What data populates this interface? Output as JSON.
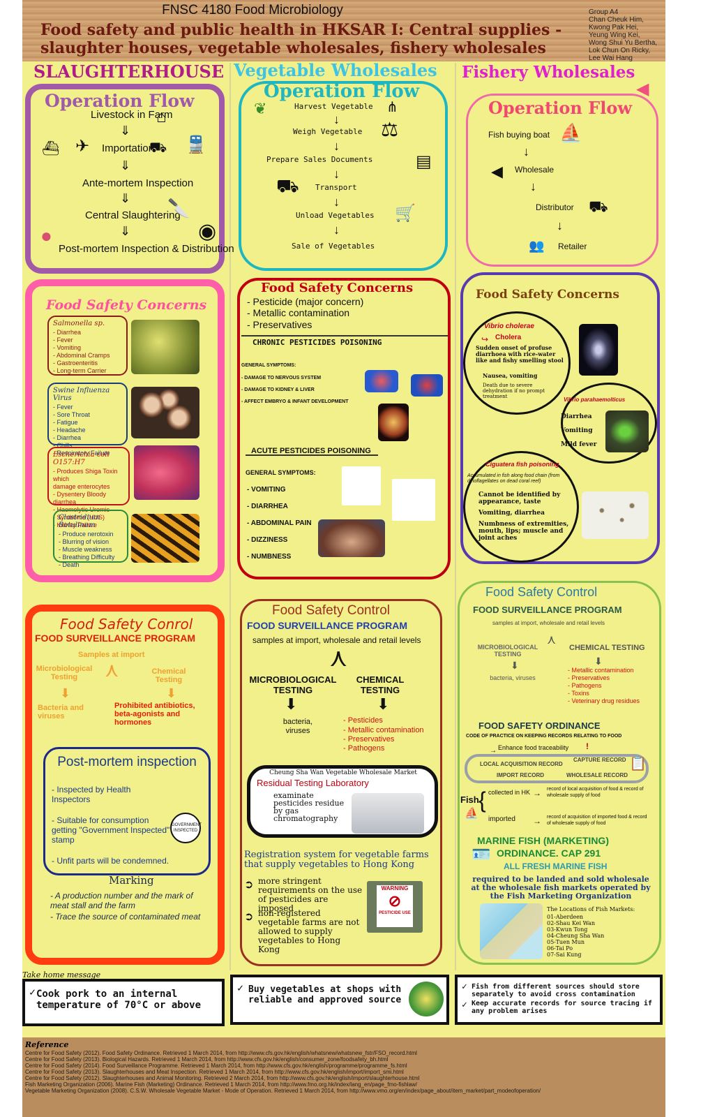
{
  "header": {
    "course": "FNSC 4180 Food Microbiology",
    "title_line1": "Food safety and public health in HKSAR I: Central supplies -",
    "title_line2": "slaughter houses, vegetable wholesales, fishery wholesales",
    "group": [
      "Group A4",
      "Chan Cheuk Him,",
      "Kwong Pak Hei,",
      "Yeung Wing Kei,",
      "Wong Shui Yu Bertha,",
      "Lok Chun On Ricky,",
      "Lee Wai Hang"
    ]
  },
  "columns": {
    "slaughter": "SLAUGHTERHOUSE",
    "vegetable": "Vegetable Wholesales",
    "fishery": "Fishery Wholesales"
  },
  "slaughter": {
    "flow_title": "Operation Flow",
    "flow": [
      "Livestock in Farm",
      "Importation",
      "Ante-mortem Inspection",
      "Central Slaughtering",
      "Post-mortem Inspection & Distribution"
    ],
    "concerns_title": "Food Safety Concerns",
    "pathogens": [
      {
        "name": "Salmonella sp.",
        "items": [
          "- Diarrhea",
          "- Fever",
          "- Vomiting",
          "- Abdominal Cramps",
          "- Gastroenteritis",
          "- Long-term Carrier"
        ]
      },
      {
        "name": "Swine Influenza Virus",
        "items": [
          "- Fever",
          "- Sore Throat",
          "- Fatigue",
          "- Headache",
          "- Diarrhea",
          "- Chills",
          "- Respiratory Failure"
        ]
      },
      {
        "name": "Escherichia coli O157:H7",
        "items": [
          "- Produces Shiga Toxin which",
          "damage enterocytes",
          "- Dysentery Bloody diarrhea",
          "- Haemolytic Uremic",
          "- Syndrome (HUS)",
          "- Kidney Failure"
        ]
      },
      {
        "name": "Clostridium Botulinum",
        "items": [
          "- Produce nerotoxin",
          "- Blurring of vision",
          "- Muscle weakness",
          "- Breathing Difficulty",
          "- Death"
        ]
      }
    ],
    "control_title": "Food Safety Conrol",
    "program": "FOOD SURVEILLANCE PROGRAM",
    "samples": "Samples at import",
    "micro": "Microbiological Testing",
    "chem": "Chemical Testing",
    "micro_result": "Bacteria and viruses",
    "chem_result": "Prohibited antibiotics, beta-agonists and hormones",
    "pm_title": "Post-mortem inspection",
    "pm_items": [
      "- Inspected by Health Inspectors",
      "- Suitable for consumption getting \"Government Inspected\" stamp",
      "- Unfit parts will be condemned."
    ],
    "stamp_text": "GOVERNMENT INSPECTED",
    "marking_title": "Marking",
    "marking_items": [
      "- A production number and the mark of meat stall and the farm",
      "- Trace the source of contaminated meat"
    ]
  },
  "vegetable": {
    "flow_title": "Operation Flow",
    "flow": [
      "Harvest Vegetable",
      "Weigh Vegetable",
      "Prepare Sales Documents",
      "Transport",
      "Unload Vegetables",
      "Sale of Vegetables"
    ],
    "concerns_title": "Food Safety Concerns",
    "concerns": [
      "- Pesticide (major concern)",
      "- Metallic contamination",
      "- Preservatives"
    ],
    "chronic_title": "CHRONIC PESTICIDES POISONING",
    "chronic_general": "GENERAL SYMPTOMS:",
    "chronic_items": [
      "- DAMAGE TO NERVOUS SYSTEM",
      "- DAMAGE TO KIDNEY & LIVER",
      "- AFFECT EMBRYO & INFANT DEVELOPMENT"
    ],
    "acute_title": "ACUTE PESTICIDES POISONING",
    "acute_general": "GENERAL SYMPTOMS:",
    "acute_items": [
      "- VOMITING",
      "- DIARRHEA",
      "- ABDOMINAL PAIN",
      "- DIZZINESS",
      "- NUMBNESS"
    ],
    "control_title": "Food Safety Control",
    "program": "FOOD SURVEILLANCE PROGRAM",
    "levels": "samples at import, wholesale and retail levels",
    "micro": "MICROBIOLOGICAL TESTING",
    "chem": "CHEMICAL TESTING",
    "micro_result": "bacteria, viruses",
    "chem_items": [
      "- Pesticides",
      "- Metallic contamination",
      "- Preservatives",
      "- Pathogens"
    ],
    "lab_market": "Cheung Sha Wan Vegetable Wholesale Market",
    "lab_title": "Residual Testing Laboratory",
    "lab_text": "examinate pesticides residue by gas chromatography",
    "reg_title": "Registration system for vegetable farms that supply vegetables to Hong Kong",
    "reg_items": [
      "more stringent requirements on the use of pesticides are imposed",
      "non-registered vegetable farms are not allowed to supply vegetables to Hong Kong"
    ],
    "warning_sign": "WARNING",
    "warning_sub": "PESTICIDE USE"
  },
  "fishery": {
    "flow_title": "Operation Flow",
    "flow": [
      "Fish buying boat",
      "Wholesale",
      "Distributor",
      "Retailer"
    ],
    "concerns_title": "Food Safety Concerns",
    "vibrio_chol": "Vibrio cholerae",
    "cholera": "Cholera",
    "chol_items": [
      "Sudden onset of profuse diarrhoea with rice-water like and fishy smelling stool",
      "Nausea, vomiting",
      "Death due to severe dehydration if no prompt treatment"
    ],
    "vibrio_para": "Vibrio parahaemolticus",
    "para_items": [
      "Diarrhea",
      "Vomiting",
      "Mild fever"
    ],
    "cig_title": "Ciguatera fish poisoning",
    "cig_sub": "Accumulated in fish along food chain (from dinoflagellates on dead coral reef)",
    "cig_items": [
      "Cannot be identified by appearance, taste",
      "Vomiting, diarrhea",
      "Numbness of extremities, mouth, lips; muscle and joint aches"
    ],
    "control_title": "Food Safety Control",
    "program": "FOOD SURVEILLANCE PROGRAM",
    "levels": "samples at import, wholesale and retail levels",
    "micro": "MICROBIOLOGICAL TESTING",
    "chem": "CHEMICAL TESTING",
    "micro_result": "bacteria, viruses",
    "chem_items": [
      "- Metallic contamination",
      "- Preservatives",
      "- Pathogens",
      "- Toxins",
      "- Veterinary drug residues"
    ],
    "ordinance": "FOOD SAFETY ORDINANCE",
    "code": "CODE OF PRACTICE ON KEEPING RECORDS RELATING TO FOOD",
    "trace": "Enhance food traceability",
    "local_rec": "LOCAL ACQUISITION RECORD",
    "capture_rec": "CAPTURE RECORD",
    "import_rec": "IMPORT RECORD",
    "wholesale_rec": "WHOLESALE RECORD",
    "fish_label": "Fish",
    "collected": "collected in HK",
    "collected_rec": "record of local acquisition of food & record of wholesale supply of food",
    "imported": "imported",
    "imported_rec": "record of acquisition of imported food & record of wholesale supply of food",
    "marine_title": "MARINE FISH (MARKETING)",
    "marine_ord": "ORDINANCE. CAP 291",
    "all_fresh": "ALL FRESH MARINE FISH",
    "required": "required to be landed and sold wholesale at the wholesale fish markets operated by the Fish Marketing Organization",
    "map_title": "The Locations of Fish Markets:",
    "markets": [
      "01-Aberdeen",
      "02-Shau Kei Wan",
      "03-Kwun Tong",
      "04-Cheung Sha Wan",
      "05-Tuen Mun",
      "06-Tai Po",
      "07-Sai Kung"
    ]
  },
  "takehome": {
    "label": "Take home message",
    "msg1": "Cook pork to an internal temperature of 70°C or above",
    "msg2": "Buy vegetables at shops with reliable and approved source",
    "msg3a": "Fish from different sources should store separately to avoid cross contamination",
    "msg3b": "Keep accurate records for source tracing if any problem arises"
  },
  "references": {
    "title": "Reference",
    "items": [
      "Centre for Food Safety (2012). Food Safety Ordinance. Retrieved 1 March 2014, from http://www.cfs.gov.hk/english/whatsnew/whatsnew_fstr/FSO_record.html",
      "Centre for Food Safety (2013). Biological Hazards. Retrieved 1 March 2014, from http://www.cfs.gov.hk/english/consumer_zone/foodsafety_bh.html",
      "Centre for Food Safety (2014). Food Surveillance Programme. Retrieved 1 March 2014, from http://www.cfs.gov.hk/english/programme/programme_fs.html",
      "Centre for Food Safety (2013). Slaughterhouses and Meat Inspection. Retrieved 1 March 2014, from http://www.cfs.gov.hk/english/import/import_smi.html",
      "Centre for Food Safety (2012). Slaughterhouses and Animal Monitoring. Retrieved 2 March 2014, from http://www.cfs.gov.hk/english/import/slaughterhouse.html",
      "Fish Marketing Organization (2006). Marine Fish (Marketing) Ordinance. Retrieved 1 March 2014, from http://www.fmo.org.hk/index/lang_en/page_fmo-fishlaw/",
      "Vegetable Marketing Organization (2008). C.S.W. Wholesale Vegetable Market - Mode of Operation. Retrieved 1 March 2014, from http://www.vmo.org/en/index/page_about/item_market/part_modeofoperation/"
    ]
  },
  "colors": {
    "background": "#f2f08a",
    "slaughter_flow_border": "#a05aa8",
    "concerns_border": "#ff5fa8",
    "control_border": "#ff3b10",
    "veg_border": "#1fb6c0",
    "fish_head": "#e020d0"
  }
}
